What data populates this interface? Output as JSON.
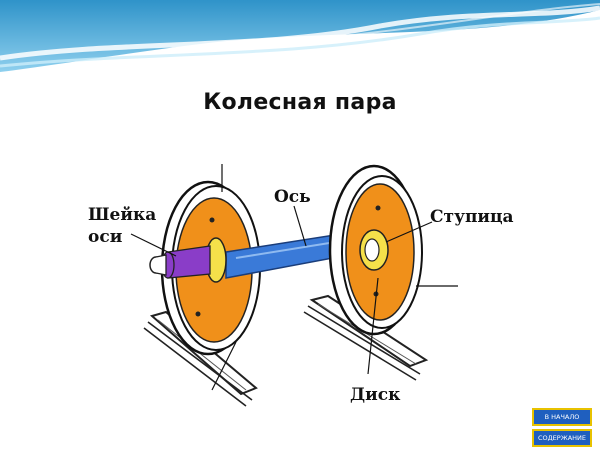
{
  "slide": {
    "title": "Колесная пара"
  },
  "diagram": {
    "labels": {
      "journal_line1": "Шейка",
      "journal_line2": "оси",
      "axle": "Ось",
      "hub": "Ступица",
      "disc": "Диск"
    }
  },
  "nav": {
    "home_label": "В НАЧАЛО",
    "toc_label": "СОДЕРЖАНИЕ"
  },
  "colors": {
    "disc": "#f0901a",
    "axle": "#3a7ad8",
    "journal": "#8a3dc8",
    "hub": "#f5e04a",
    "header_wave": "#3fa6d6",
    "nav_button": "#1f5fbf",
    "nav_border": "#e8c200"
  }
}
